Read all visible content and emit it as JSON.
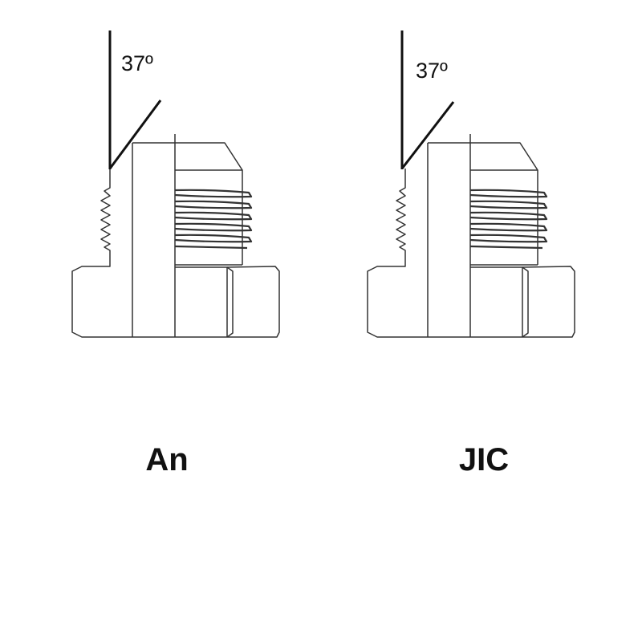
{
  "fittings": [
    {
      "label": "An",
      "angle": "37º"
    },
    {
      "label": "JIC",
      "angle": "37º"
    }
  ],
  "colors": {
    "line": "#111111",
    "outline": "#333333",
    "background": "#ffffff"
  }
}
